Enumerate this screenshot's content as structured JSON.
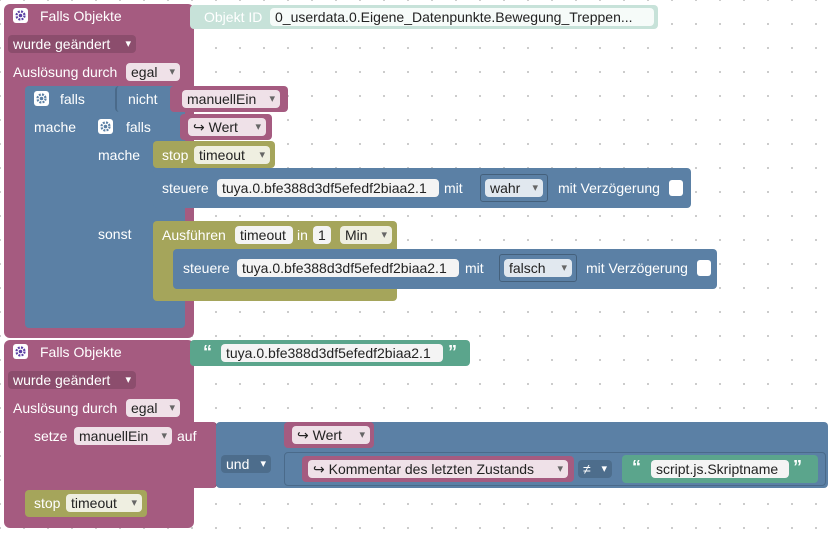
{
  "block1": {
    "header": "Falls Objekte",
    "objekt_id_label": "Objekt ID",
    "objekt_id_value": "0_userdata.0.Eigene_Datenpunkte.Bewegung_Treppen...",
    "trigger": "wurde geändert",
    "ausloesung_label": "Auslösung durch",
    "ausloesung_value": "egal",
    "if_outer": {
      "falls": "falls",
      "nicht": "nicht",
      "variable": "manuellEin",
      "mache": "mache",
      "if_inner": {
        "falls": "falls",
        "wert": "Wert",
        "mache": "mache",
        "stop_label": "stop",
        "stop_value": "timeout",
        "steuere1": {
          "label": "steuere",
          "device": "tuya.0.bfe388d3df5efedf2biaa2.1",
          "mit": "mit",
          "value": "wahr",
          "verz": "mit Verzögerung"
        },
        "sonst": "sonst",
        "ausfuehren": {
          "label": "Ausführen",
          "name": "timeout",
          "in": "in",
          "amount": "1",
          "unit": "Min"
        },
        "steuere2": {
          "label": "steuere",
          "device": "tuya.0.bfe388d3df5efedf2biaa2.1",
          "mit": "mit",
          "value": "falsch",
          "verz": "mit Verzögerung"
        }
      }
    }
  },
  "block2": {
    "header": "Falls Objekte",
    "object": "tuya.0.bfe388d3df5efedf2biaa2.1",
    "trigger": "wurde geändert",
    "ausloesung_label": "Auslösung durch",
    "ausloesung_value": "egal",
    "setze": {
      "label": "setze",
      "variable": "manuellEin",
      "auf": "auf",
      "wert": "Wert",
      "und": "und",
      "kommentar": "Kommentar des letzten Zustands",
      "op": "≠",
      "text": "script.js.Skriptname"
    },
    "stop_label": "stop",
    "stop_value": "timeout"
  },
  "colors": {
    "event": "#a55b80",
    "logic": "#5b80a5",
    "timer": "#a5a55b",
    "text": "#5ba58c"
  }
}
